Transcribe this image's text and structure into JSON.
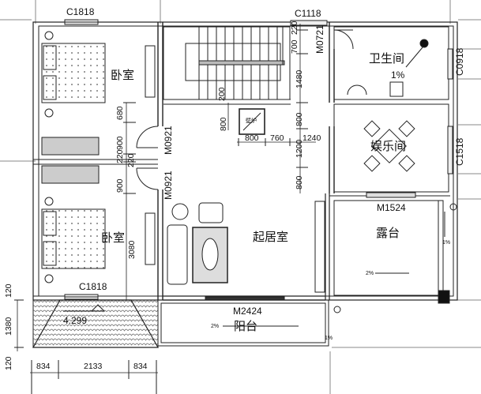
{
  "rooms": {
    "bedroom_upper": "卧室",
    "bedroom_lower": "卧室",
    "bathroom": "卫生间",
    "bathroom_slope": "1%",
    "entertainment": "娱乐间",
    "living_room": "起居室",
    "terrace": "露台",
    "balcony": "阳台"
  },
  "windows": {
    "top_left": "C1818",
    "top_stair": "C1118",
    "bath_right": "C0918",
    "ent_right": "C1518",
    "lower_left": "C1818"
  },
  "doors": {
    "bath_door": "M0721",
    "bedroom_upper_door": "M0921",
    "bedroom_lower_door": "M0921",
    "terrace_door": "M1524",
    "balcony_door": "M2424"
  },
  "dimensions": {
    "bed_v_680": "680",
    "bed_v_900a": "900",
    "bed_v_220a": "220",
    "bed_v_220b": "220",
    "bed_v_900b": "900",
    "bed_v_3080": "3080",
    "stair_220": "220",
    "stair_700": "700",
    "stair_1480": "1480",
    "stair_200": "200",
    "living_800a": "800",
    "living_800b": "800",
    "living_1200": "1200",
    "living_800c": "800",
    "h_800": "800",
    "h_760": "760",
    "h_1240": "1240",
    "left_120a": "120",
    "left_1380": "1380",
    "left_120b": "120",
    "bottom_834a": "834",
    "bottom_2133": "2133",
    "bottom_834b": "834",
    "elevation": "4.299",
    "terrace_slope_h": "2%",
    "terrace_slope_v": "1%",
    "balcony_slope": "2%",
    "balcony_slope_v": "1%",
    "fireplace": "壁炉"
  }
}
